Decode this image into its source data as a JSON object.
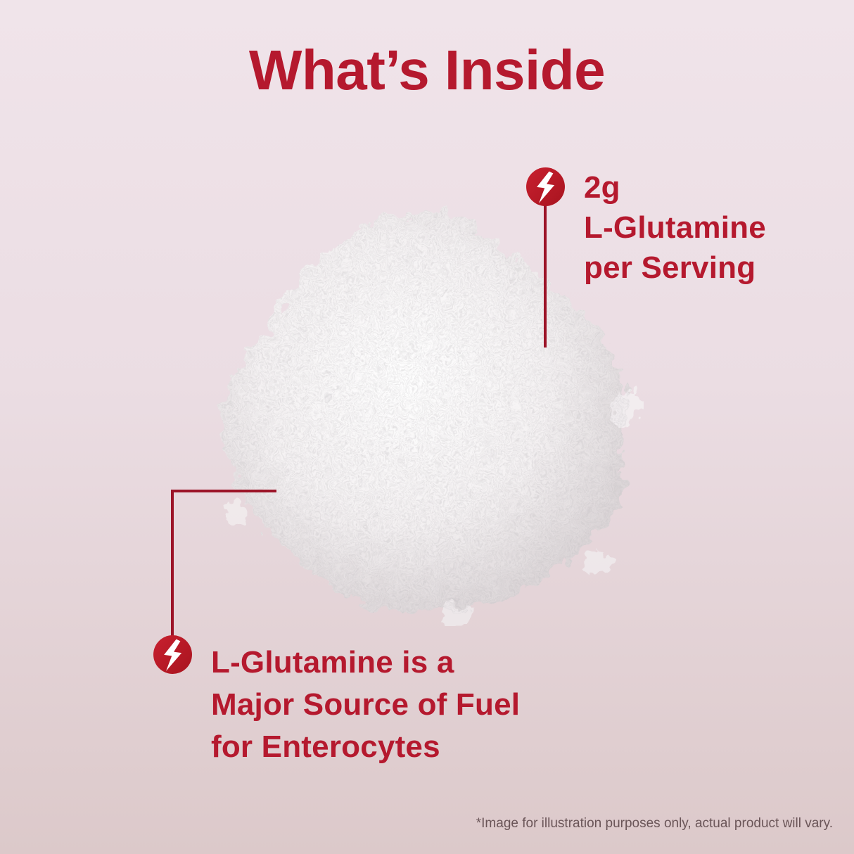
{
  "header": {
    "title": "What’s Inside"
  },
  "colors": {
    "accent": "#b5192e",
    "line": "#9c1428",
    "bg_top": "#f0e4ea",
    "bg_bottom": "#dcc9ca",
    "disclaimer": "#6a5558"
  },
  "image": {
    "subject": "white powder pile",
    "alt": "Pile of white L-Glutamine powder"
  },
  "callouts": [
    {
      "icon": "lightning-bolt-icon",
      "lines": [
        "2g",
        "L-Glutamine",
        "per Serving"
      ]
    },
    {
      "icon": "lightning-bolt-icon",
      "lines": [
        "L-Glutamine is a",
        "Major Source of Fuel",
        "for Enterocytes"
      ]
    }
  ],
  "footer": {
    "disclaimer": "*Image for illustration purposes only, actual product will vary."
  }
}
